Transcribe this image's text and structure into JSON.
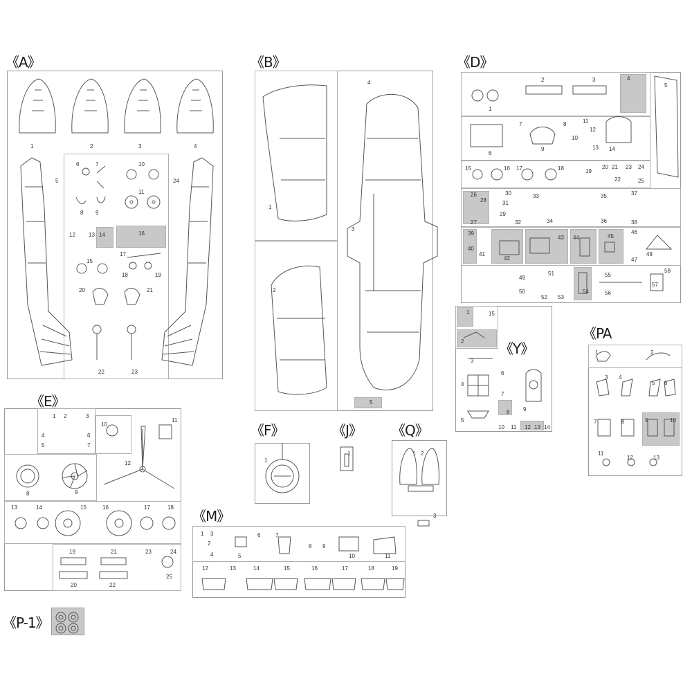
{
  "sprues": [
    {
      "id": "A",
      "label": "《A》",
      "parts": [
        "1",
        "2",
        "3",
        "4",
        "5",
        "6",
        "7",
        "8",
        "9",
        "10",
        "11",
        "12",
        "13",
        "14",
        "15",
        "16",
        "17",
        "18",
        "19",
        "20",
        "21",
        "22",
        "23",
        "24"
      ]
    },
    {
      "id": "B",
      "label": "《B》",
      "parts": [
        "1",
        "2",
        "3",
        "4",
        "5"
      ]
    },
    {
      "id": "D",
      "label": "《D》",
      "parts": [
        "1",
        "2",
        "3",
        "4",
        "5",
        "6",
        "7",
        "8",
        "9",
        "10",
        "11",
        "12",
        "13",
        "14",
        "15",
        "16",
        "17",
        "18",
        "19",
        "20",
        "21",
        "22",
        "23",
        "24",
        "25",
        "26",
        "27",
        "28",
        "29",
        "30",
        "31",
        "32",
        "33",
        "34",
        "35",
        "36",
        "37",
        "38",
        "39",
        "40",
        "41",
        "42",
        "43",
        "44",
        "45",
        "46",
        "47",
        "48",
        "49",
        "50",
        "51",
        "52",
        "53",
        "54",
        "55",
        "56",
        "57",
        "58"
      ]
    },
    {
      "id": "E",
      "label": "《E》",
      "parts": [
        "1",
        "2",
        "3",
        "4",
        "5",
        "6",
        "7",
        "8",
        "9",
        "10",
        "11",
        "12",
        "13",
        "14",
        "15",
        "16",
        "17",
        "18",
        "19",
        "20",
        "21",
        "22",
        "23",
        "24",
        "25"
      ]
    },
    {
      "id": "F",
      "label": "《F》",
      "parts": [
        "1"
      ]
    },
    {
      "id": "J",
      "label": "《J》",
      "parts": [
        "1"
      ]
    },
    {
      "id": "Q",
      "label": "《Q》",
      "parts": [
        "1",
        "2",
        "3"
      ]
    },
    {
      "id": "Y",
      "label": "《Y》",
      "parts": [
        "1",
        "2",
        "3",
        "4",
        "5",
        "6",
        "7",
        "8",
        "9",
        "10",
        "11",
        "12",
        "13",
        "14",
        "15"
      ]
    },
    {
      "id": "PA",
      "label": "《PA",
      "parts": [
        "1",
        "2",
        "3",
        "4",
        "5",
        "6",
        "7",
        "8",
        "9",
        "10",
        "11",
        "12",
        "13"
      ]
    },
    {
      "id": "M",
      "label": "《M》",
      "parts": [
        "1",
        "2",
        "3",
        "4",
        "5",
        "6",
        "7",
        "8",
        "9",
        "10",
        "11",
        "12",
        "13",
        "14",
        "15",
        "16",
        "17",
        "18",
        "19"
      ]
    },
    {
      "id": "P1",
      "label": "《P-1》",
      "parts": []
    }
  ]
}
